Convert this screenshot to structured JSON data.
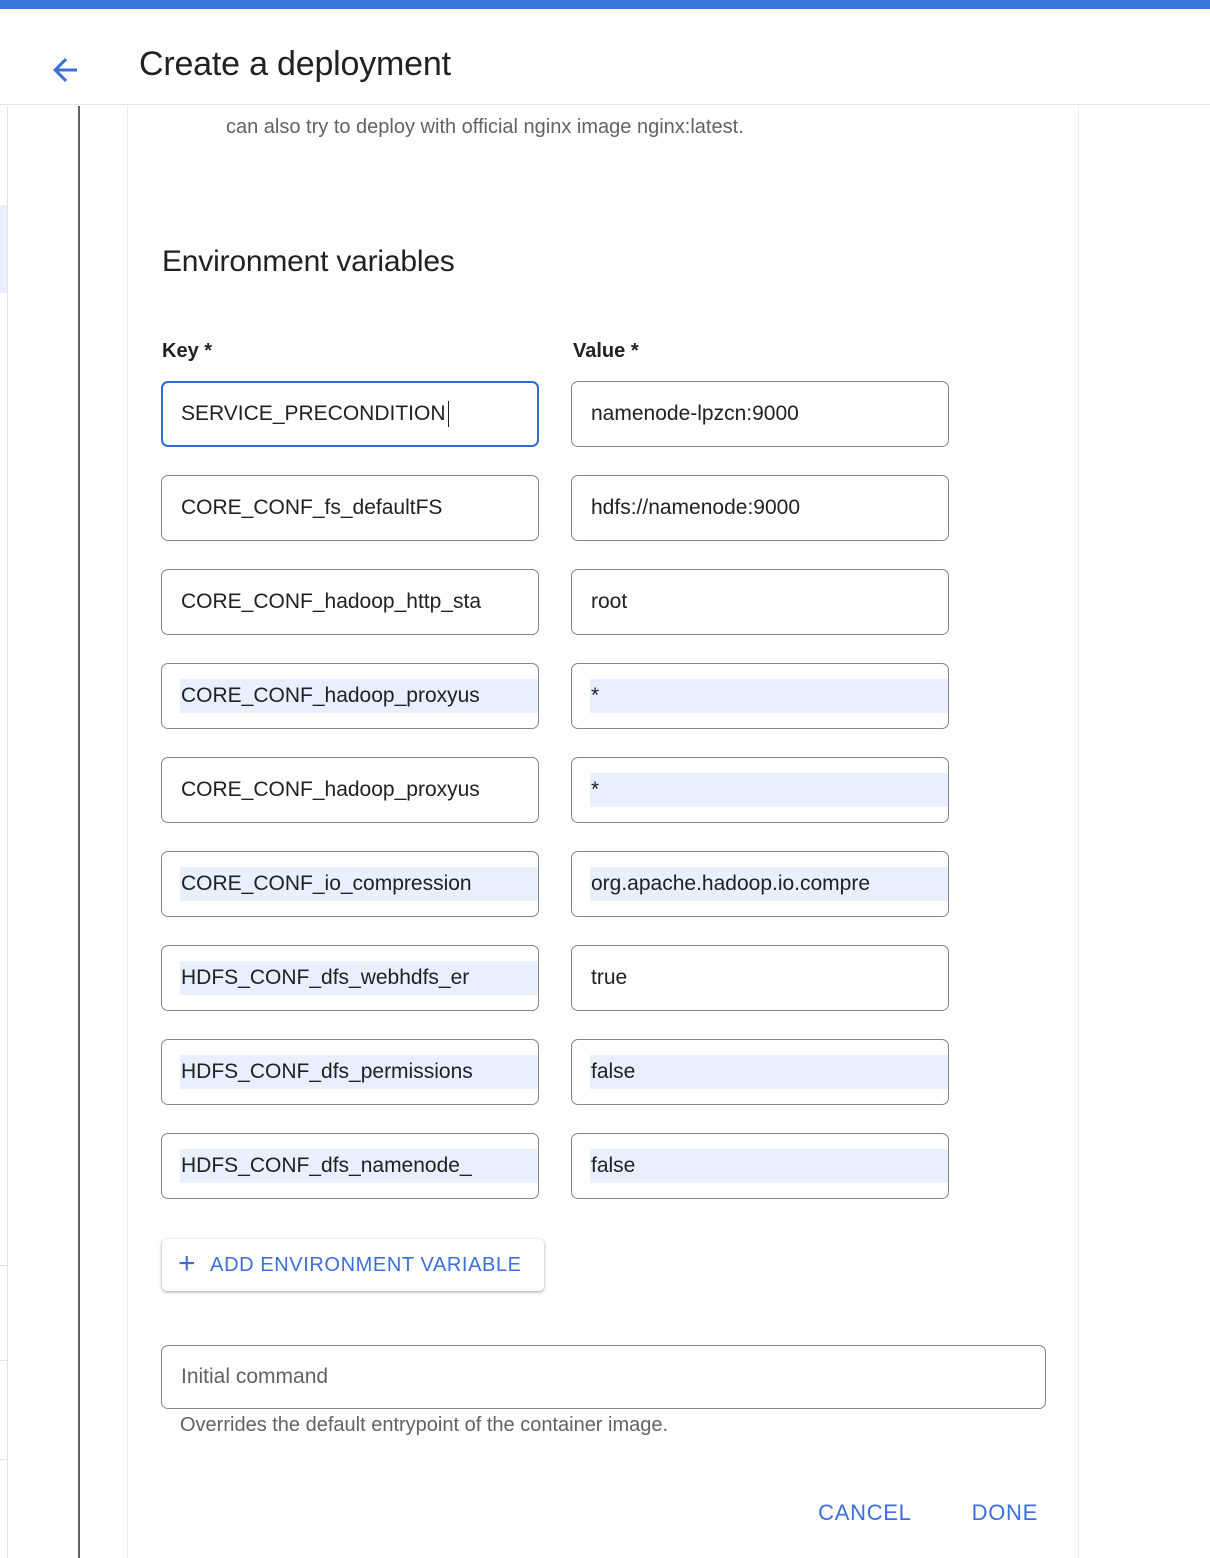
{
  "theme": {
    "accent_blue": "#3b77de",
    "link_blue": "#3c6fdb",
    "focus_blue": "#2b6cd4",
    "autofill_bg": "#e8f0fe",
    "border_gray": "#80868b",
    "text_primary": "#202124",
    "text_secondary": "#5f6368"
  },
  "header": {
    "title": "Create a deployment",
    "back_icon": "arrow-back-icon"
  },
  "body": {
    "intro_text": "can also try to deploy with official nginx image nginx:latest.",
    "section_title": "Environment variables",
    "columns": {
      "key": "Key *",
      "value": "Value *"
    },
    "rows": [
      {
        "key": "SERVICE_PRECONDITION",
        "value": "namenode-lpzcn:9000",
        "key_focused": true,
        "key_autofill": false,
        "value_autofill": false,
        "has_delete": true
      },
      {
        "key": "CORE_CONF_fs_defaultFS",
        "value": "hdfs://namenode:9000",
        "key_focused": false,
        "key_autofill": false,
        "value_autofill": false,
        "has_delete": false
      },
      {
        "key": "CORE_CONF_hadoop_http_sta",
        "value": "root",
        "key_focused": false,
        "key_autofill": false,
        "value_autofill": false,
        "has_delete": false
      },
      {
        "key": "CORE_CONF_hadoop_proxyus",
        "value": "*",
        "key_focused": false,
        "key_autofill": true,
        "value_autofill": true,
        "has_delete": false
      },
      {
        "key": "CORE_CONF_hadoop_proxyus",
        "value": "*",
        "key_focused": false,
        "key_autofill": false,
        "value_autofill": true,
        "has_delete": false
      },
      {
        "key": "CORE_CONF_io_compression",
        "value": "org.apache.hadoop.io.compre",
        "key_focused": false,
        "key_autofill": true,
        "value_autofill": true,
        "has_delete": false
      },
      {
        "key": "HDFS_CONF_dfs_webhdfs_er",
        "value": "true",
        "key_focused": false,
        "key_autofill": true,
        "value_autofill": false,
        "has_delete": false
      },
      {
        "key": "HDFS_CONF_dfs_permissions",
        "value": "false",
        "key_focused": false,
        "key_autofill": true,
        "value_autofill": true,
        "has_delete": false
      },
      {
        "key": "HDFS_CONF_dfs_namenode_",
        "value": "false",
        "key_focused": false,
        "key_autofill": true,
        "value_autofill": true,
        "has_delete": false
      }
    ],
    "add_button": {
      "label": "ADD ENVIRONMENT VARIABLE",
      "icon": "plus-icon",
      "glyph": "+"
    },
    "initial_command": {
      "value": "",
      "placeholder": "Initial command",
      "hint": "Overrides the default entrypoint of the container image."
    }
  },
  "footer": {
    "cancel_label": "CANCEL",
    "done_label": "DONE"
  },
  "icons": {
    "delete": "delete-trash-icon"
  }
}
